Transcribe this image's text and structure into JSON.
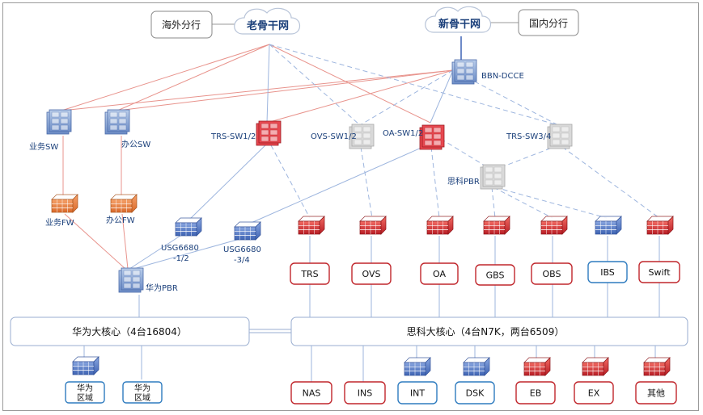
{
  "clouds": {
    "old_backbone": "老骨干网",
    "new_backbone": "新骨干网"
  },
  "branches": {
    "overseas": "海外分行",
    "domestic": "国内分行"
  },
  "devices": {
    "bbn_dcce": "BBN-DCCE",
    "business_sw": "业务SW",
    "office_sw": "办公SW",
    "trs_sw": "TRS-SW1/2",
    "ovs_sw": "OVS-SW1/2",
    "oa_sw": "OA-SW1/2",
    "trs_sw34": "TRS-SW3/4",
    "cisco_pbr": "思科PBR",
    "business_fw": "业务FW",
    "office_fw": "办公FW",
    "usg_12_a": "USG6680",
    "usg_12_b": "-1/2",
    "usg_34_a": "USG6680",
    "usg_34_b": "-3/4",
    "huawei_pbr": "华为PBR"
  },
  "zones_top": [
    "TRS",
    "OVS",
    "OA",
    "GBS",
    "OBS",
    "IBS",
    "Swift"
  ],
  "cores": {
    "huawei": "华为大核心（4台16804）",
    "cisco": "思科大核心（4台N7K，两台6509）"
  },
  "zones_bottom": [
    "NAS",
    "INS",
    "INT",
    "DSK",
    "EB",
    "EX",
    "其他"
  ],
  "huawei_zone": {
    "line1": "华为",
    "line2": "区域"
  },
  "colors": {
    "red_link": "#e8938c",
    "blue_link": "#9db5de",
    "red_border": "#c0262c",
    "blue_border": "#2e7bbf",
    "core_border": "#9aaed0"
  }
}
